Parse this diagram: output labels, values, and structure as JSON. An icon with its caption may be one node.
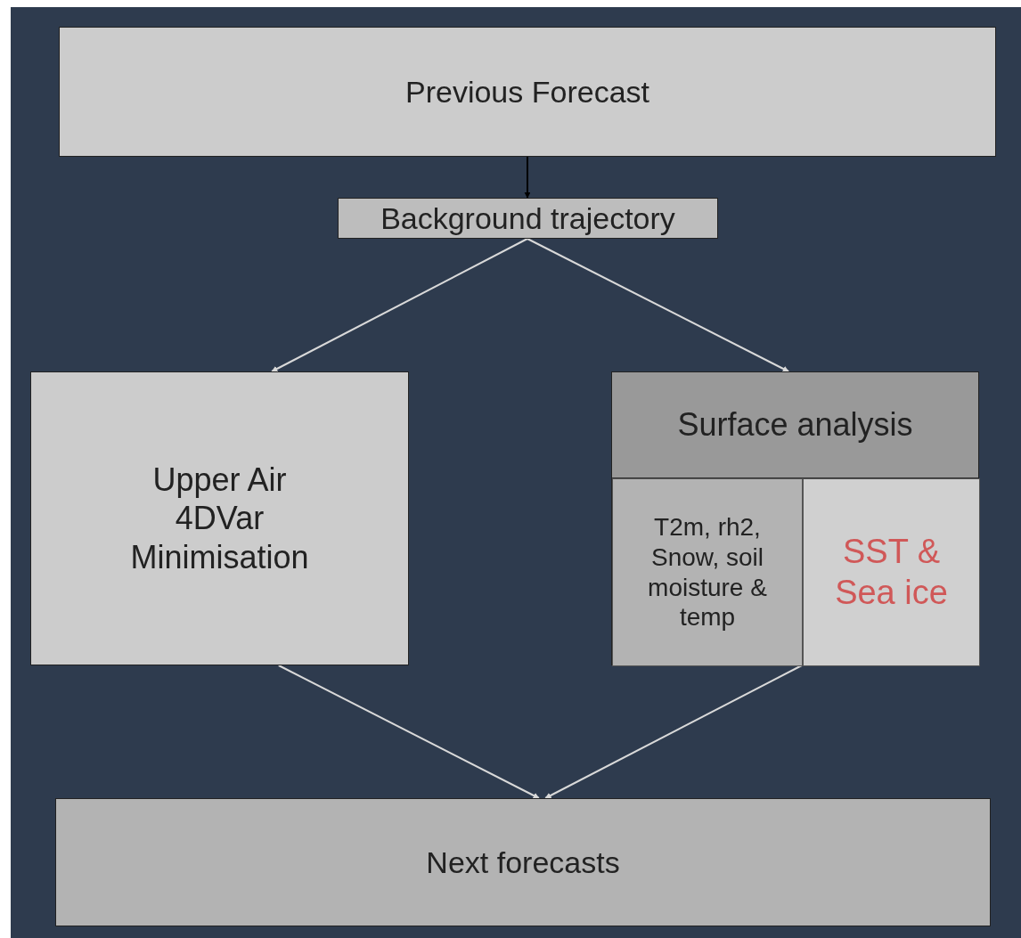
{
  "diagram": {
    "nodes": [
      {
        "text": [
          "Previous Forecast"
        ]
      },
      {
        "text": [
          "Background trajectory"
        ]
      },
      {
        "text": [
          "Upper Air 4DVar Minimisation"
        ]
      },
      {
        "text": [
          "Surface analysis"
        ]
      },
      {
        "text": [
          "T2m, rh2, Snow, soil moisture & temp"
        ],
        "in": 3
      },
      {
        "text": [
          "SST & Sea ice"
        ],
        "in": 3
      },
      {
        "text": [
          "Next forecasts"
        ]
      }
    ],
    "edges": [
      {
        "from": 0,
        "to": 1,
        "arrow": "to",
        "color": "#000000"
      },
      {
        "from": 1,
        "to": 2,
        "arrow": "to"
      },
      {
        "from": 1,
        "to": 3,
        "arrow": "to"
      },
      {
        "from": 2,
        "to": 6,
        "arrow": "to"
      },
      {
        "from": 3,
        "to": 6,
        "arrow": "to"
      }
    ]
  }
}
